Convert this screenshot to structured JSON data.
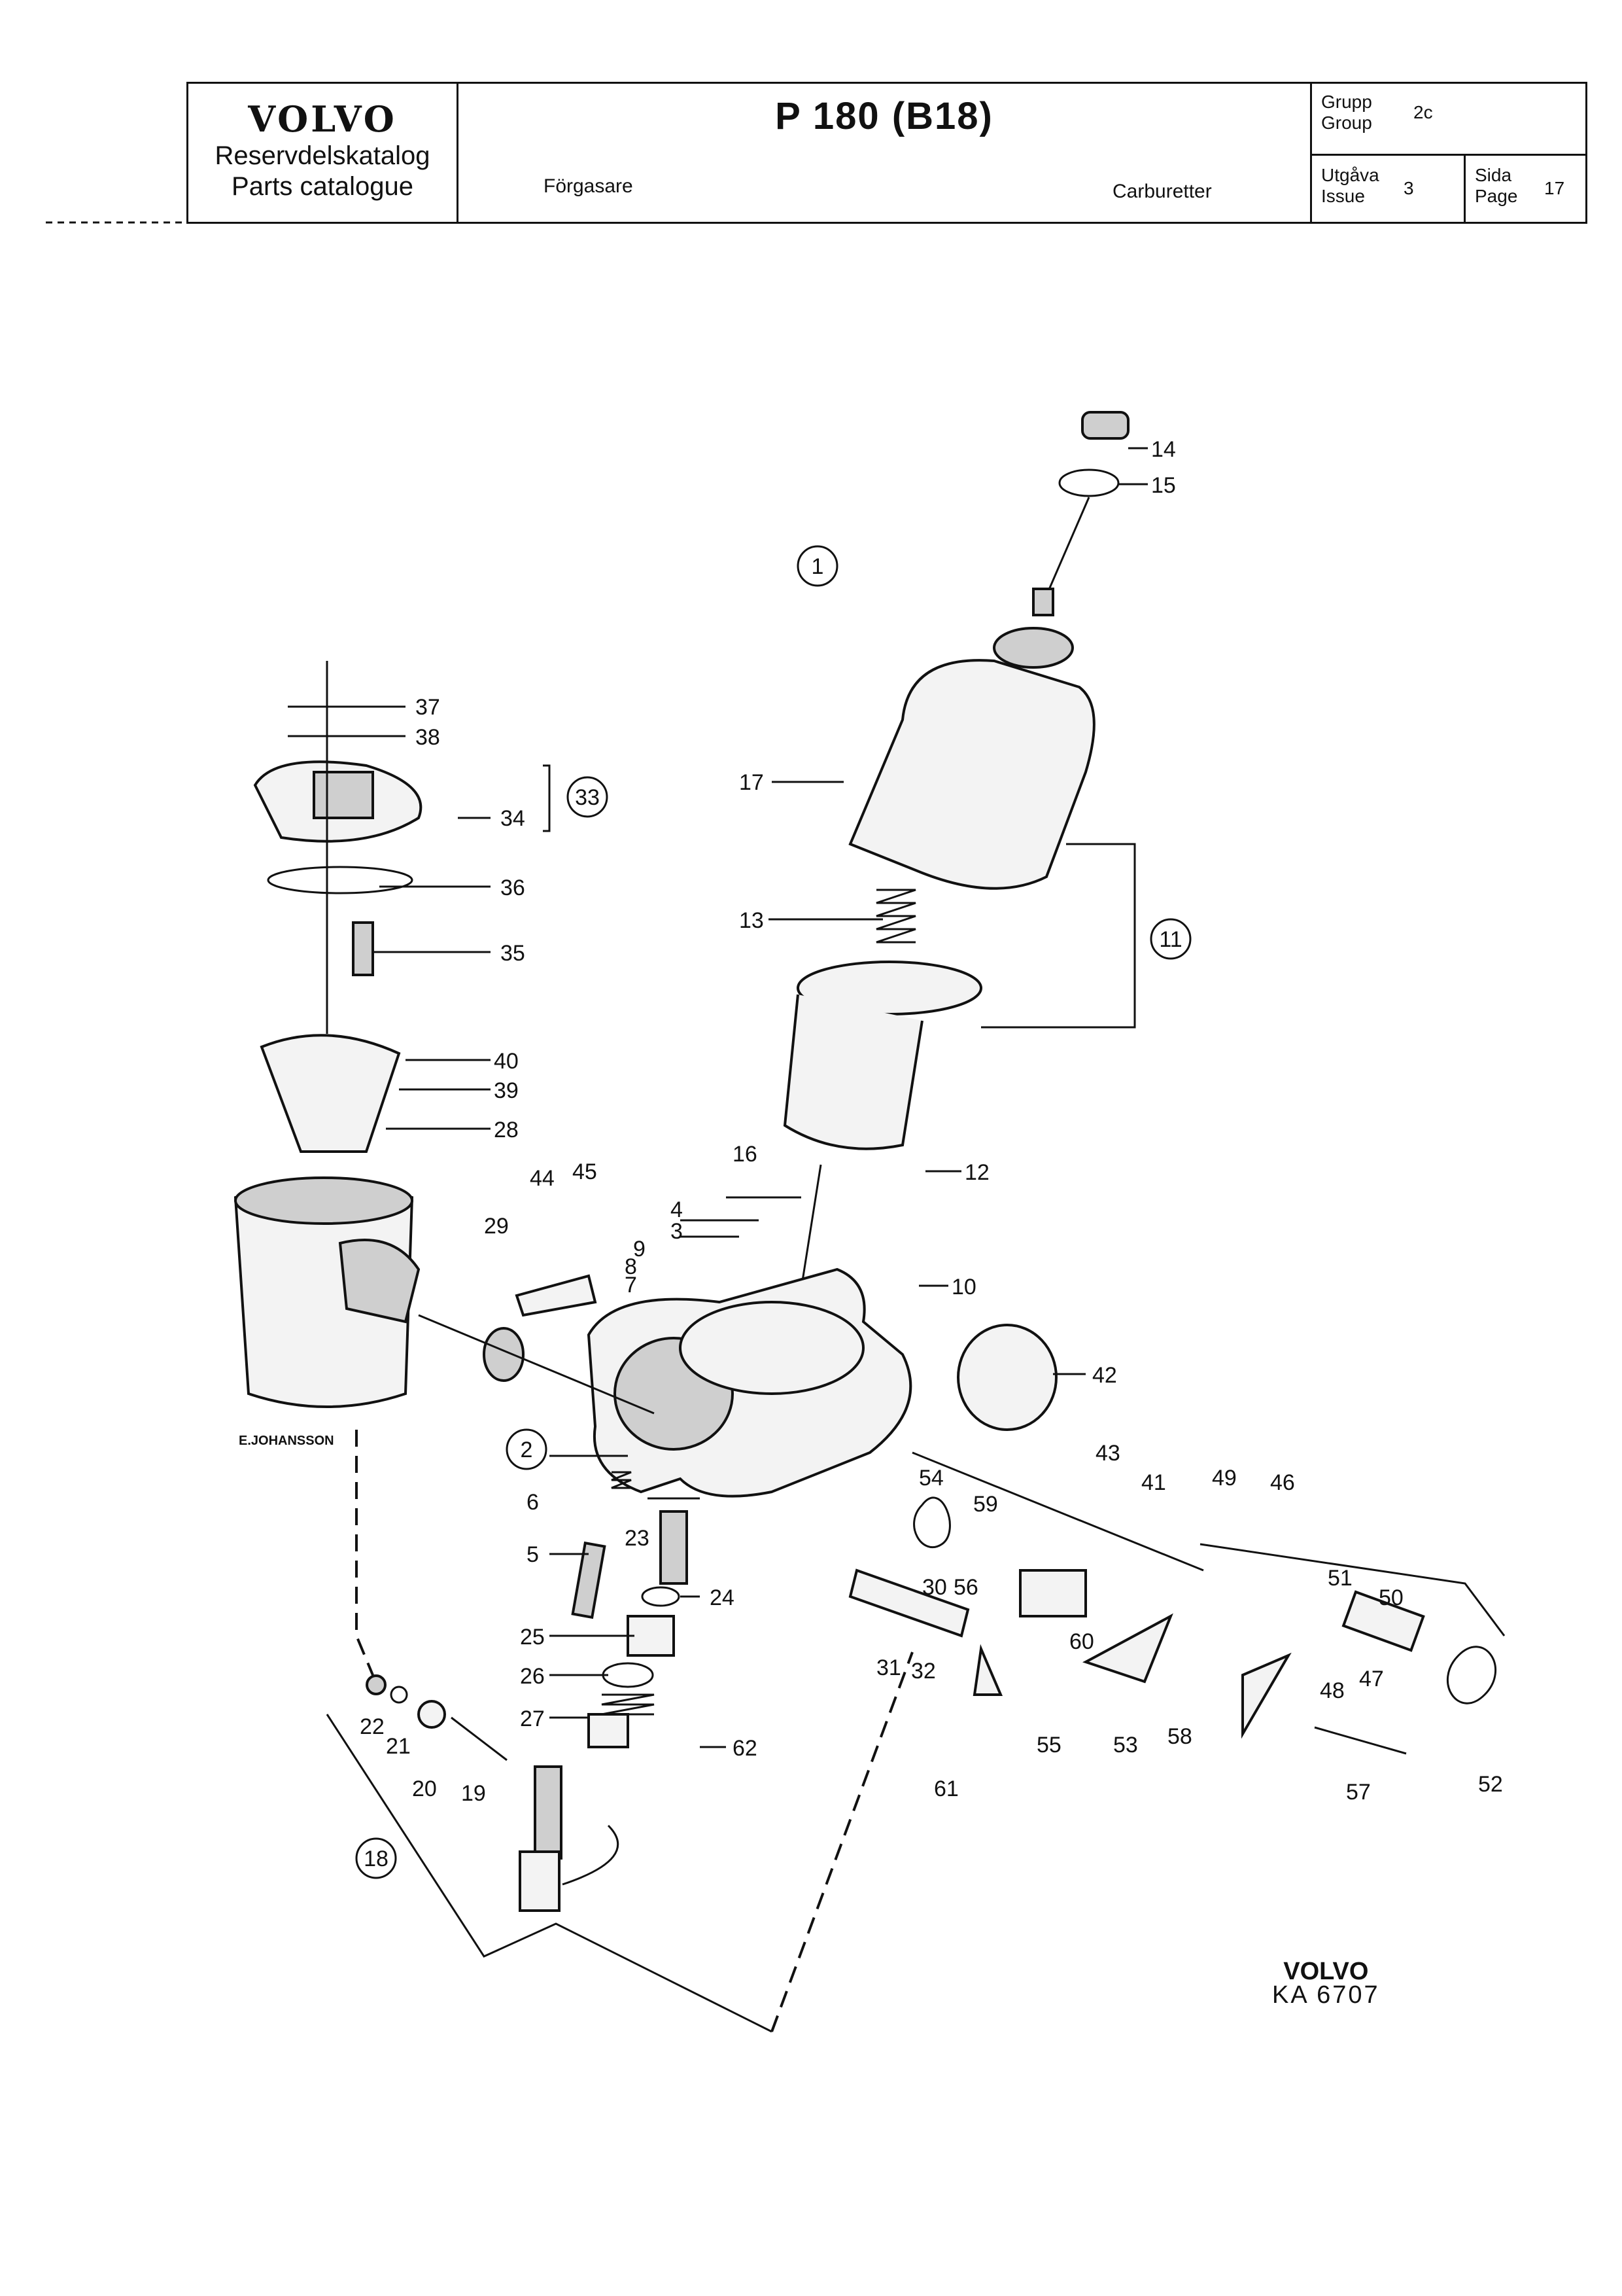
{
  "header": {
    "brand": "VOLVO",
    "catalog_sv": "Reservdelskatalog",
    "catalog_en": "Parts catalogue",
    "model": "P 180",
    "engine": "(B18)",
    "title_sv": "Förgasare",
    "title_en": "Carburetter",
    "group_label_sv": "Grupp",
    "group_label_en": "Group",
    "group_value": "2c",
    "issue_label_sv": "Utgåva",
    "issue_label_en": "Issue",
    "issue_value": "3",
    "page_label_sv": "Sida",
    "page_label_en": "Page",
    "page_value": "17"
  },
  "artist": "E.JOHANSSON",
  "footer": {
    "brand": "VOLVO",
    "code": "KA 6707"
  },
  "part_numbers": [
    "1",
    "2",
    "3",
    "4",
    "5",
    "6",
    "7",
    "8",
    "9",
    "10",
    "11",
    "12",
    "13",
    "14",
    "15",
    "16",
    "17",
    "18",
    "19",
    "20",
    "21",
    "22",
    "23",
    "24",
    "25",
    "26",
    "27",
    "28",
    "29",
    "30",
    "31",
    "32",
    "33",
    "34",
    "35",
    "36",
    "37",
    "38",
    "39",
    "40",
    "41",
    "42",
    "43",
    "44",
    "45",
    "46",
    "47",
    "48",
    "49",
    "50",
    "51",
    "52",
    "53",
    "54",
    "55",
    "56",
    "57",
    "58",
    "59",
    "60",
    "61",
    "62"
  ]
}
